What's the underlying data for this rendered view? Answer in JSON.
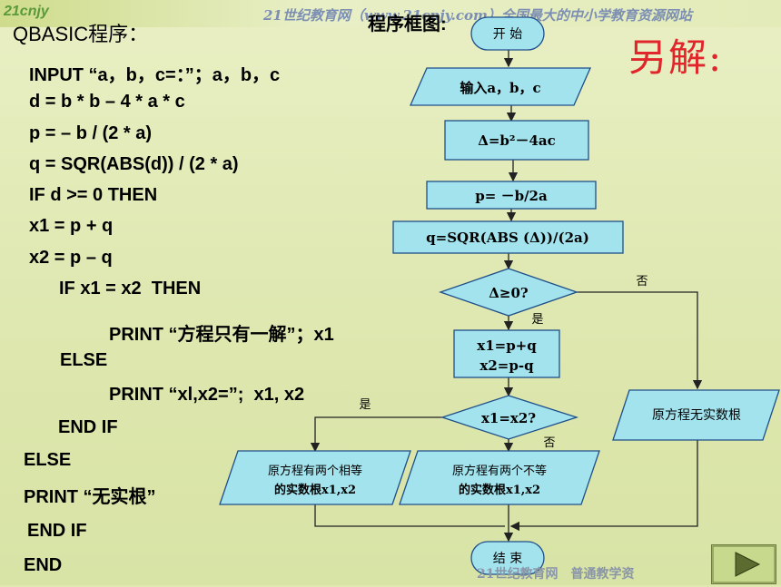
{
  "header": {
    "title": "QBASIC程序：",
    "flowchart_title": "程序框图:",
    "alt_solution": "另解:",
    "watermark_top": "21世纪教育网（www.21cnjy.com）全国最大的中小学教育资源网站",
    "watermark_bottom": "21世纪教育网　普通教学资",
    "logo": "21cnjy"
  },
  "code": [
    "INPUT “a，b，c=：”；a，b，c",
    "d = b * b – 4 * a * c",
    "p = – b / (2 * a)",
    "q = SQR(ABS(d)) / (2 * a)",
    "IF d >= 0 THEN",
    "x1 = p + q",
    "x2 = p – q",
    "IF x1 = x2  THEN",
    "PRINT “方程只有一解”；x1",
    "ELSE",
    "PRINT “xl,x2=”;  x1, x2",
    "END IF",
    "ELSE",
    "PRINT “无实根”",
    "END IF",
    "END"
  ],
  "flow": {
    "start": "开 始",
    "input": "输入a，b，c",
    "delta": "Δ=b²－4ac",
    "p": "p= －b/2a",
    "q": "q=SQR(ABS (Δ))/(2a)",
    "cond1": "Δ≥0?",
    "yes1": "是",
    "no1": "否",
    "assign1": "x1=p+q",
    "assign2": "x2=p-q",
    "cond2": "x1=x2?",
    "yes2": "是",
    "no2": "否",
    "out_equal1": "原方程有两个相等",
    "out_equal2": "的实数根x1,x2",
    "out_diff1": "原方程有两个不等",
    "out_diff2": "的实数根x1,x2",
    "out_none": "原方程无实数根",
    "end": "结 束"
  },
  "colors": {
    "box_fill": "#a3e3ee",
    "box_stroke": "#1f4f8a",
    "alt": "#e0262b"
  },
  "nav": {
    "icon": "next-slide-icon"
  }
}
